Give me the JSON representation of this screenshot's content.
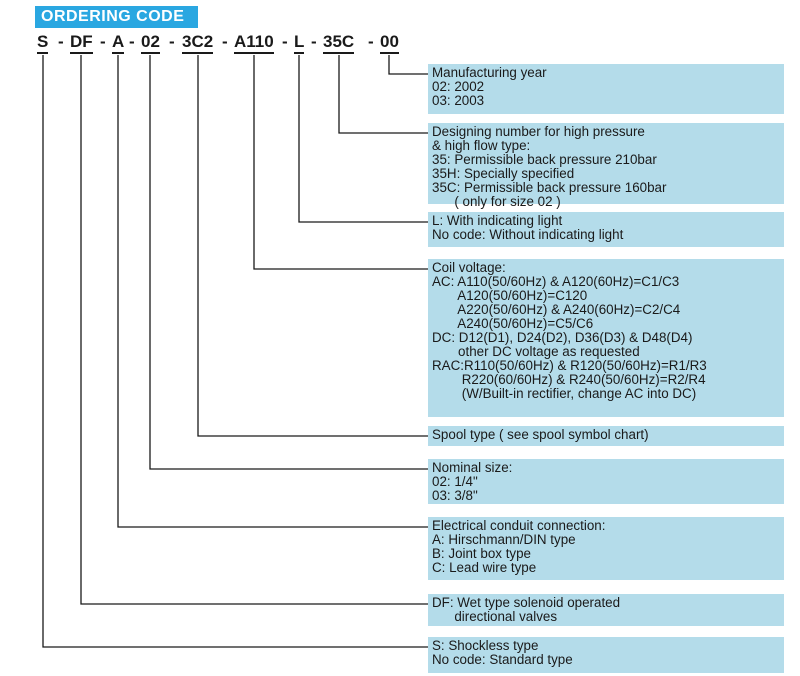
{
  "title": "ORDERING CODE",
  "code_segments": [
    {
      "text": "S",
      "kind": "part"
    },
    {
      "text": "-",
      "kind": "sep"
    },
    {
      "text": "DF",
      "kind": "part"
    },
    {
      "text": "-",
      "kind": "sep"
    },
    {
      "text": "A",
      "kind": "part"
    },
    {
      "text": "-",
      "kind": "sep"
    },
    {
      "text": "02",
      "kind": "part"
    },
    {
      "text": "-",
      "kind": "sep"
    },
    {
      "text": "3C2",
      "kind": "part"
    },
    {
      "text": "-",
      "kind": "sep"
    },
    {
      "text": "A110",
      "kind": "part"
    },
    {
      "text": "-",
      "kind": "sep"
    },
    {
      "text": "L",
      "kind": "part"
    },
    {
      "text": "-",
      "kind": "sep"
    },
    {
      "text": "35C",
      "kind": "part"
    },
    {
      "text": "-",
      "kind": "sep"
    },
    {
      "text": "00",
      "kind": "part"
    }
  ],
  "descriptions": [
    {
      "lines": [
        "Manufacturing year",
        "02: 2002",
        "03: 2003"
      ]
    },
    {
      "lines": [
        "Designing number for high pressure",
        "& high flow type:",
        "35: Permissible back pressure 210bar",
        "35H: Specially specified",
        "35C: Permissible back pressure 160bar",
        "      ( only for size 02 )"
      ]
    },
    {
      "lines": [
        "L: With indicating light",
        "No code: Without indicating light"
      ]
    },
    {
      "lines": [
        "Coil voltage:",
        "AC: A110(50/60Hz) & A120(60Hz)=C1/C3",
        "       A120(50/60Hz)=C120",
        "       A220(50/60Hz) & A240(60Hz)=C2/C4",
        "       A240(50/60Hz)=C5/C6",
        "DC: D12(D1), D24(D2), D36(D3) & D48(D4)",
        "       other DC voltage as requested",
        "RAC:R110(50/60Hz) & R120(50/60Hz)=R1/R3",
        "        R220(60/60Hz) & R240(50/60Hz)=R2/R4",
        "        (W/Built-in rectifier, change AC into DC)"
      ]
    },
    {
      "lines": [
        "Spool type ( see spool symbol chart)"
      ]
    },
    {
      "lines": [
        "Nominal size:",
        "02: 1/4\"",
        "03: 3/8\""
      ]
    },
    {
      "lines": [
        "Electrical conduit connection:",
        "A: Hirschmann/DIN type",
        "B: Joint box type",
        "C: Lead wire type"
      ]
    },
    {
      "lines": [
        "DF: Wet type solenoid operated",
        "      directional valves"
      ]
    },
    {
      "lines": [
        "S: Shockless type",
        "No code: Standard type"
      ]
    }
  ],
  "colors": {
    "badge": "#2aa7e1",
    "box": "#b4dcea",
    "line": "#1a1a1a"
  }
}
